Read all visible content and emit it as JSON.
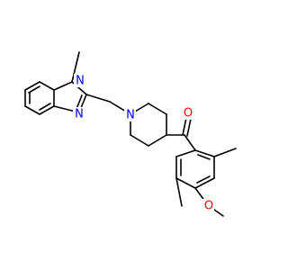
{
  "molecule": {
    "colors": {
      "carbon_bond": "#000000",
      "nitrogen": "#0000ff",
      "oxygen": "#ff0000",
      "background": "#ffffff"
    },
    "atom_labels": {
      "n_methyl": "N",
      "n_imine": "N",
      "n_piperidine": "N",
      "o_ketone": "O",
      "o_methoxy": "O"
    }
  }
}
